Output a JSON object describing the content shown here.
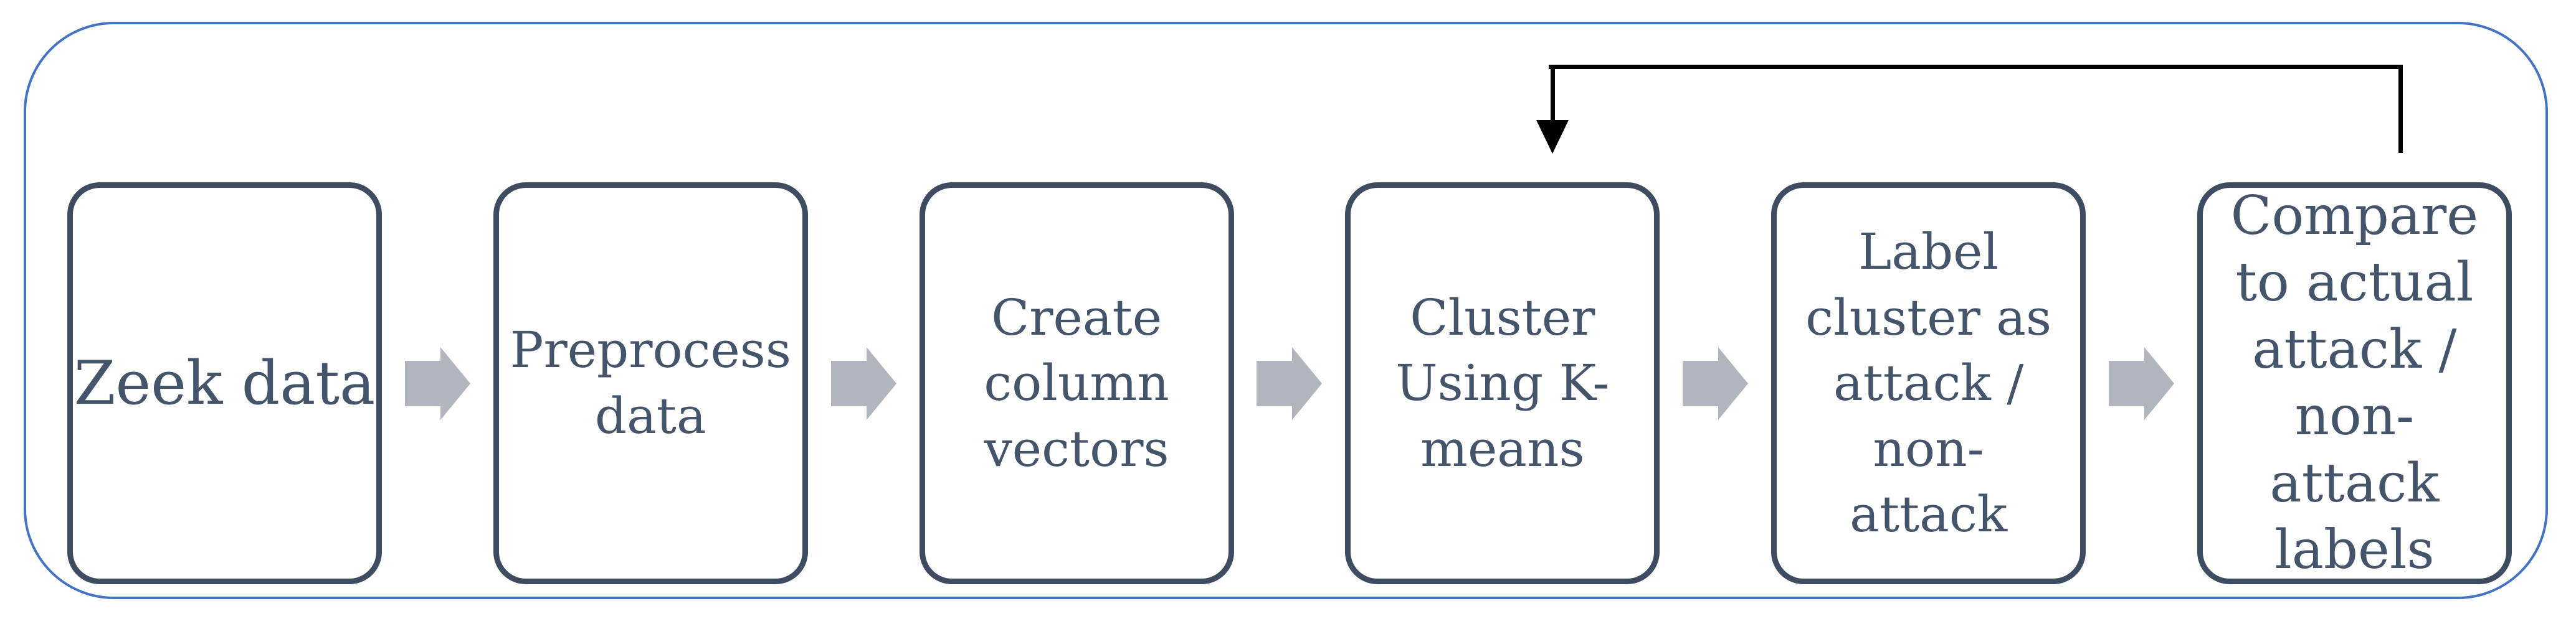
{
  "diagram": {
    "boxes": [
      {
        "label": "Zeek data"
      },
      {
        "label": "Preprocess\ndata"
      },
      {
        "label": "Create\ncolumn\nvectors"
      },
      {
        "label": "Cluster\nUsing K-\nmeans"
      },
      {
        "label": "Label\ncluster as\nattack /\nnon-\nattack"
      },
      {
        "label": "Compare\nto actual\nattack /\nnon-\nattack\nlabels"
      }
    ],
    "colors": {
      "frame_border": "#4472C4",
      "box_border": "#3E4C61",
      "box_text": "#44546A",
      "flow_arrow": "#B1B5BD",
      "feedback_arrow": "#000000"
    }
  }
}
